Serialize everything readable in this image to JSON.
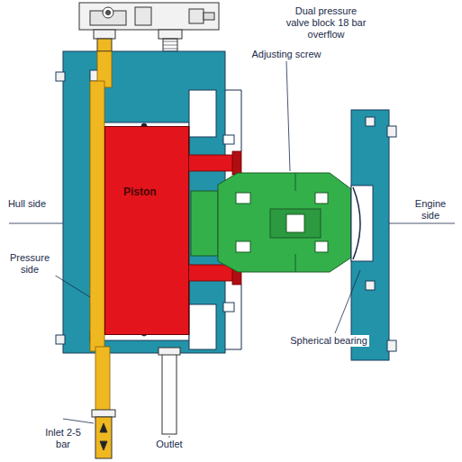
{
  "diagram": {
    "nodes": [
      {
        "text": [
          "Piston"
        ]
      }
    ],
    "labels": [
      "Dual pressure valve block 18 bar overflow",
      "Adjusting screw",
      "Hull side",
      "Engine side",
      "Pressure side",
      "Spherical bearing",
      "Inlet 2-5 bar",
      "Outlet"
    ]
  }
}
